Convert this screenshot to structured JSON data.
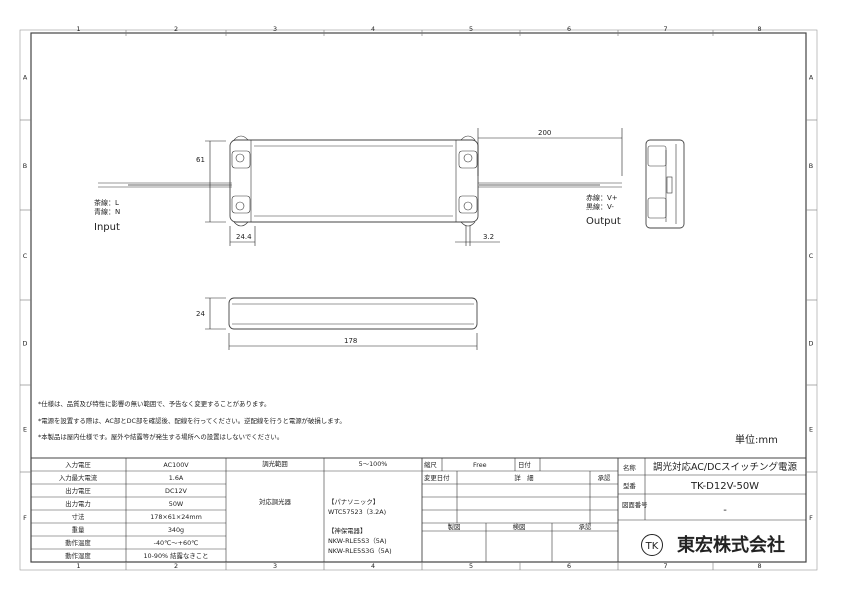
{
  "grid": {
    "columns": [
      "1",
      "2",
      "3",
      "4",
      "5",
      "6",
      "7",
      "8"
    ],
    "rows": [
      "A",
      "B",
      "C",
      "D",
      "E",
      "F"
    ]
  },
  "drawing": {
    "input": {
      "brown": "茶線：L",
      "blue": "青線：N",
      "label": "Input"
    },
    "output": {
      "red": "赤線：V+",
      "black": "黒線：V-",
      "label": "Output"
    },
    "dimensions": {
      "height": "61",
      "mount": "24.4",
      "cable": "200",
      "hole": "3.2",
      "thickness": "24",
      "length": "178"
    }
  },
  "notes": [
    "*仕様は、品質及び特性に影響の無い範囲で、予告なく変更することがあります。",
    "*電源を設置する際は、AC部とDC部を確認後、配線を行ってください。逆配線を行うと電源が破損します。",
    "*本製品は屋内仕様です。屋外や結露等が発生する場所への設置はしないでください。"
  ],
  "unit": "単位:mm",
  "specs": [
    {
      "label": "入力電圧",
      "value": "AC100V"
    },
    {
      "label": "入力最大電流",
      "value": "1.6A"
    },
    {
      "label": "出力電圧",
      "value": "DC12V"
    },
    {
      "label": "出力電力",
      "value": "50W"
    },
    {
      "label": "寸法",
      "value": "178×61×24mm"
    },
    {
      "label": "重量",
      "value": "340g"
    },
    {
      "label": "動作温度",
      "value": "-40℃～+60℃"
    },
    {
      "label": "動作湿度",
      "value": "10-90% 結露なきこと"
    }
  ],
  "dimming": {
    "range_label": "調光範囲",
    "range_value": "5～100%",
    "compat_label": "対応調光器",
    "compat_lines": [
      "【パナソニック】",
      "WTC57523（3.2A)",
      "【神保電器】",
      "NKW-RLE5S3（5A)",
      "NKW-RLE5S3G（5A)"
    ]
  },
  "revision": {
    "scale_label": "縮尺",
    "scale_value": "Free",
    "date_label": "日付",
    "change_date": "変更日付",
    "detail": "詳　細",
    "approve": "承認",
    "made": "製図",
    "checked": "検図",
    "approved": "承認"
  },
  "title_block": {
    "name_label": "名称",
    "name_value": "調光対応AC/DCスイッチング電源",
    "model_label": "型番",
    "model_value": "TK-D12V-50W",
    "drawing_no_label": "図面番号",
    "drawing_no_value": "-",
    "logo_mark": "TK",
    "company": "東宏株式会社"
  }
}
